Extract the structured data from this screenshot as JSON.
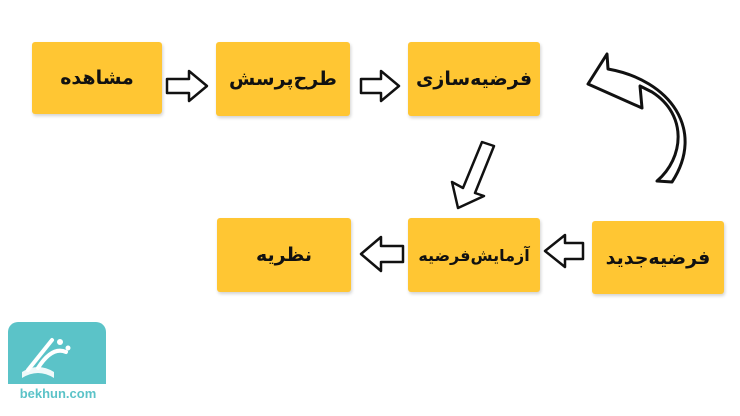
{
  "diagram": {
    "nodes": {
      "observation": "مشاهده",
      "question": "طرح‌پرسش",
      "hypothesis": "فرضیه‌سازی",
      "testing": "آزمایش‌فرضیه",
      "new_hypothesis": "فرضیه‌جدید",
      "theory": "نظریه"
    },
    "colors": {
      "box": "#FFC633",
      "arrow_stroke": "#111111",
      "logo": "#5BC3C8"
    }
  },
  "logo": {
    "text": "bekhun.com"
  }
}
